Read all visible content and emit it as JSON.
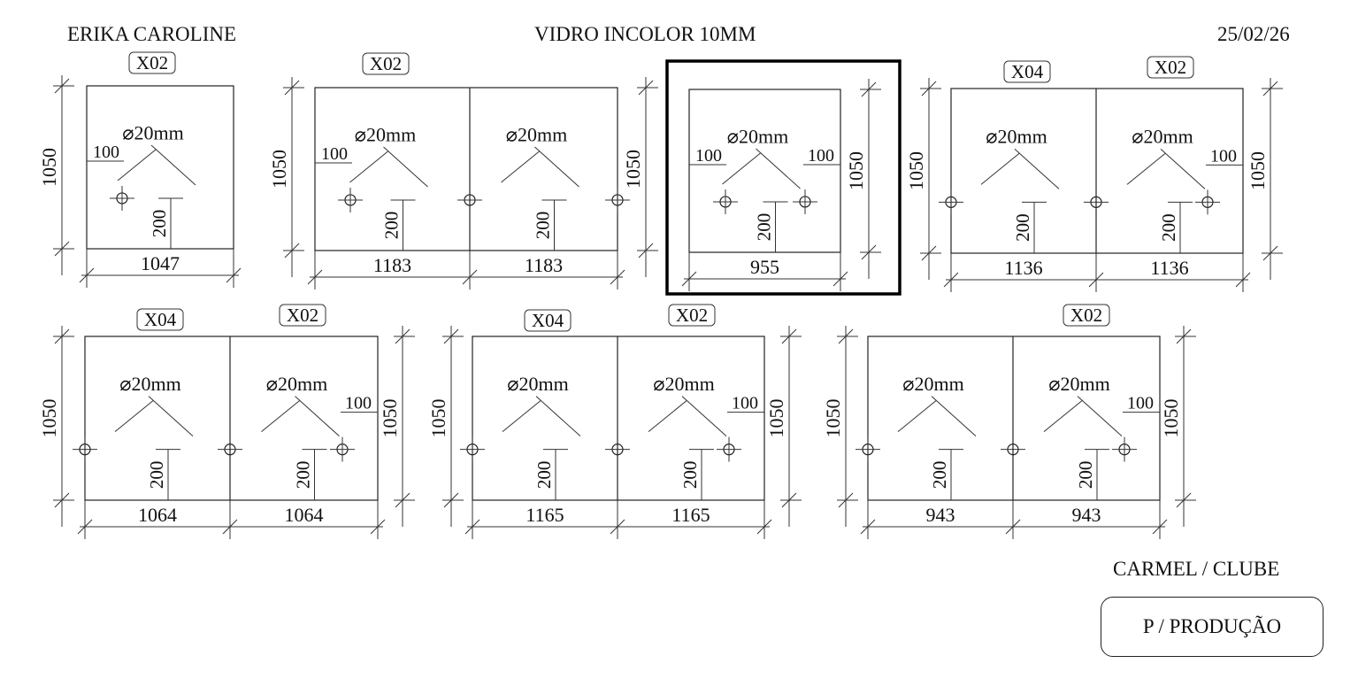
{
  "header": {
    "client": "ERIKA CAROLINE",
    "material": "VIDRO INCOLOR 10MM",
    "date": "25/02/26"
  },
  "footer": {
    "location": "CARMEL / CLUBE",
    "status": "P / PRODUÇÃO"
  },
  "panels": [
    {
      "height": "1050",
      "highlighted": false,
      "sections": [
        {
          "tag": "X02",
          "width": "1047",
          "diameter": "⌀20mm",
          "offset_v": "200",
          "offset_h": [
            "100"
          ]
        }
      ]
    },
    {
      "height": "1050",
      "highlighted": false,
      "sections": [
        {
          "tag": "X02",
          "width": "1183",
          "diameter": "⌀20mm",
          "offset_v": "200",
          "offset_h": [
            "100"
          ]
        },
        {
          "tag": null,
          "width": "1183",
          "diameter": "⌀20mm",
          "offset_v": "200",
          "offset_h": []
        }
      ]
    },
    {
      "height": "1050",
      "highlighted": true,
      "sections": [
        {
          "tag": null,
          "width": "955",
          "diameter": "⌀20mm",
          "offset_v": "200",
          "offset_h": [
            "100",
            "100"
          ]
        }
      ]
    },
    {
      "height": "1050",
      "highlighted": false,
      "sections": [
        {
          "tag": "X04",
          "width": "1136",
          "diameter": "⌀20mm",
          "offset_v": "200",
          "offset_h": []
        },
        {
          "tag": "X02",
          "width": "1136",
          "diameter": "⌀20mm",
          "offset_v": "200",
          "offset_h": [
            "100"
          ]
        }
      ]
    },
    {
      "height": "1050",
      "highlighted": false,
      "sections": [
        {
          "tag": "X04",
          "width": "1064",
          "diameter": "⌀20mm",
          "offset_v": "200",
          "offset_h": []
        },
        {
          "tag": "X02",
          "width": "1064",
          "diameter": "⌀20mm",
          "offset_v": "200",
          "offset_h": [
            "100"
          ]
        }
      ]
    },
    {
      "height": "1050",
      "highlighted": false,
      "sections": [
        {
          "tag": "X04",
          "width": "1165",
          "diameter": "⌀20mm",
          "offset_v": "200",
          "offset_h": []
        },
        {
          "tag": "X02",
          "width": "1165",
          "diameter": "⌀20mm",
          "offset_v": "200",
          "offset_h": [
            "100"
          ]
        }
      ]
    },
    {
      "height": "1050",
      "highlighted": false,
      "sections": [
        {
          "tag": null,
          "width": "943",
          "diameter": "⌀20mm",
          "offset_v": "200",
          "offset_h": []
        },
        {
          "tag": "X02",
          "width": "943",
          "diameter": "⌀20mm",
          "offset_v": "200",
          "offset_h": [
            "100"
          ]
        }
      ]
    }
  ]
}
